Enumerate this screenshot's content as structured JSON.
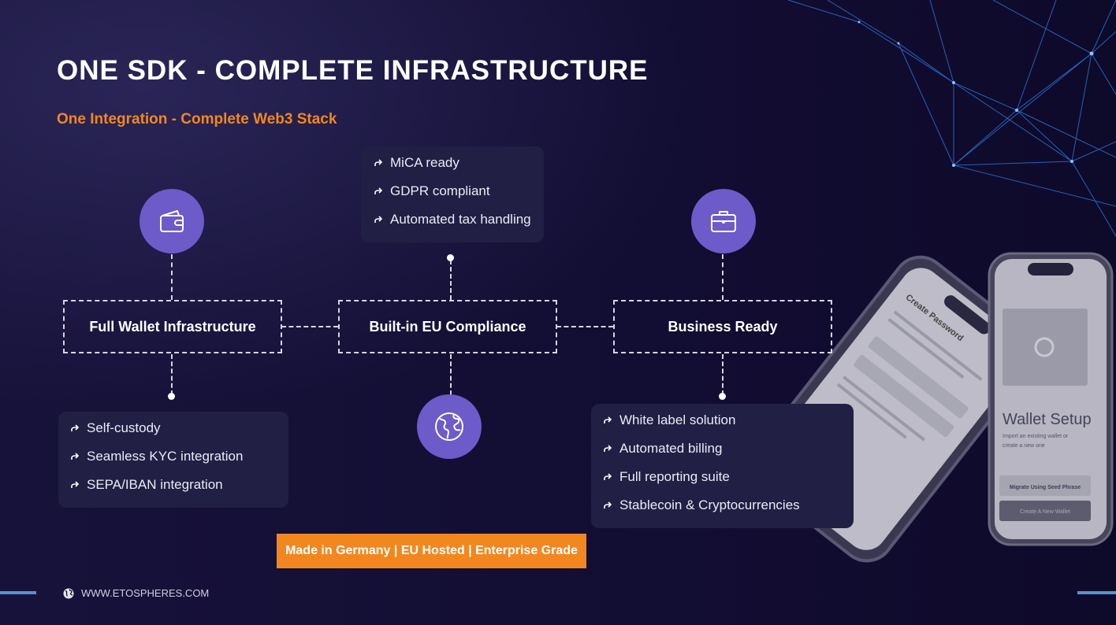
{
  "header": {
    "title": "ONE SDK - COMPLETE INFRASTRUCTURE",
    "subtitle": "One Integration - Complete Web3 Stack"
  },
  "pillars": {
    "wallet": {
      "label": "Full Wallet Infrastructure",
      "icon": "wallet-icon",
      "features": [
        "Self-custody",
        "Seamless KYC integration",
        "SEPA/IBAN integration"
      ]
    },
    "compliance": {
      "label": "Built-in EU Compliance",
      "icon": "globe-icon",
      "features": [
        "MiCA ready",
        "GDPR compliant",
        "Automated tax handling"
      ]
    },
    "business": {
      "label": "Business Ready",
      "icon": "briefcase-icon",
      "features": [
        "White label solution",
        "Automated billing",
        "Full reporting suite",
        "Stablecoin & Cryptocurrencies"
      ]
    }
  },
  "badge": "Made in Germany | EU Hosted | Enterprise Grade",
  "footer": {
    "website": "WWW.ETOSPHERES.COM"
  },
  "phone_mockup": {
    "back_screen_title": "Create Password",
    "front_screen_title": "Wallet Setup",
    "front_screen_text": "Import an existing wallet or create a new one",
    "primary_button": "Migrate Using Seed Phrase",
    "secondary_button": "Create A New Wallet"
  },
  "colors": {
    "accent": "#f2871f",
    "icon_circle": "#6c5bc8",
    "card": "#211f44",
    "background": "#130e33"
  }
}
